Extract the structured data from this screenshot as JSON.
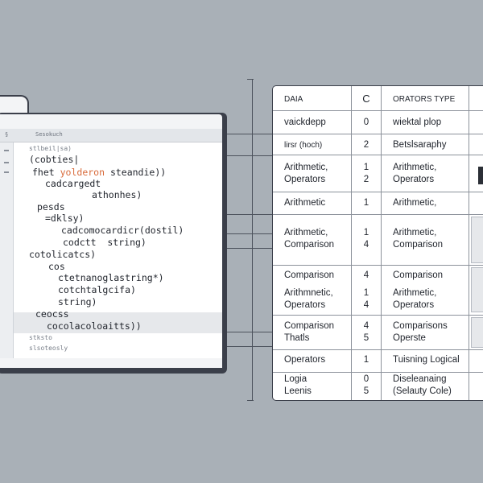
{
  "editor": {
    "tabbar": [
      "§",
      "Sesokuch"
    ],
    "lines": [
      {
        "text": "stlbeil|sa)",
        "small": true
      },
      {
        "text": "(cobties|"
      },
      {
        "pre": "fhet ",
        "kw": "yolderon",
        "post": " steandie))"
      },
      {
        "text": "cadcargedt"
      },
      {
        "text": "athonhes)"
      },
      {
        "text": "pesds"
      },
      {
        "text": "=dklsy)"
      },
      {
        "text": "cadcomocardicr(dostil)"
      },
      {
        "text": "codctt  string)"
      },
      {
        "text": "cotolicatcs)"
      },
      {
        "text": "cos"
      },
      {
        "text": "ctetnanoglastring*)"
      },
      {
        "text": "cotchtalgcifa)"
      },
      {
        "text": "string)"
      },
      {
        "text": "ceocss"
      },
      {
        "text": "cocolacoloaitts))"
      },
      {
        "text": "stksto",
        "small": true
      },
      {
        "text": "slsoteosly",
        "small": true
      }
    ]
  },
  "table": {
    "headers": [
      "DAIA",
      "C",
      "ORATORS TYPE"
    ],
    "rows": [
      {
        "c1": "vaickdepp",
        "c2": "0",
        "c3": "wiektal plop"
      },
      {
        "c1": "lirsr (hoch)",
        "c2": "2",
        "c3": "Betslsaraphy"
      },
      {
        "c1": "Arithmetic,\nOperators",
        "c2": "1\n2",
        "c3": "Arithmetic,\nOperators"
      },
      {
        "c1": "Arithmetic",
        "c2": "1",
        "c3": "Arithmetic,"
      },
      {
        "c1": "Arithmetic,\nComparison",
        "c2": "1\n4",
        "c3": "Arithmetic,\nComparison"
      },
      {
        "c1": "Comparison",
        "c2": "4",
        "c3": "Comparison"
      },
      {
        "c1": "Arithmnetic,\nOperators",
        "c2": "1\n4",
        "c3": "Arithmetic,\nOperators"
      },
      {
        "c1": "Comparison\nThatls",
        "c2": "4\n5",
        "c3": "Comparisons\nOperste"
      },
      {
        "c1": "Operators",
        "c2": "1",
        "c3": "Tuisning Logical"
      },
      {
        "c1": "Logia\nLeenis",
        "c2": "0\n5",
        "c3": "Diseleanaing\n(Selauty Cole)"
      }
    ]
  }
}
